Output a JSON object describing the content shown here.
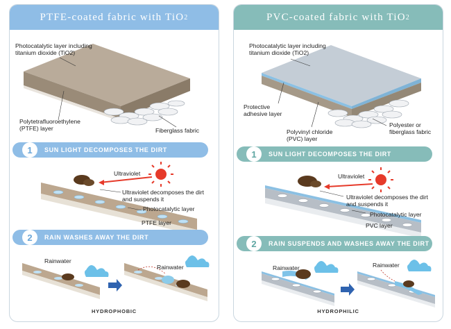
{
  "left": {
    "title": "PTFE-coated fabric with TiO",
    "title_sub": "2",
    "callouts": {
      "photocatalytic": "Photocatalytic layer including",
      "photocatalytic2": "titanium dioxide (TiO2)",
      "ptfe1": "Polytetrafluoroethylene",
      "ptfe2": "(PTFE) layer",
      "fiberglass": "Fiberglass fabric"
    },
    "step1": {
      "num": "1",
      "label": "SUN LIGHT DECOMPOSES THE DIRT"
    },
    "step1_labels": {
      "uv": "Ultraviolet",
      "decomp1": "Ultraviolet decomposes the dirt",
      "decomp2": "and suspends it",
      "photo": "Photocatalytic layer",
      "layer": "PTFE  layer"
    },
    "step2": {
      "num": "2",
      "label": "RAIN WASHES AWAY THE DIRT"
    },
    "step2_labels": {
      "rain1": "Rainwater",
      "rain2": "Rainwater"
    },
    "footer": "HYDROPHOBIC"
  },
  "right": {
    "title": "PVC-coated fabric with TiO",
    "title_sub": "2",
    "callouts": {
      "photocatalytic": "Photocatalytic layer including",
      "photocatalytic2": "titanium dioxide (TiO2)",
      "protective1": "Protective",
      "protective2": "adhesive layer",
      "pvc1": "Polyvinyl chloride",
      "pvc2": "(PVC) layer",
      "polyester1": "Polyester or",
      "polyester2": "fiberglass fabric"
    },
    "step1": {
      "num": "1",
      "label": "SUN LIGHT DECOMPOSES THE DIRT"
    },
    "step1_labels": {
      "uv": "Ultraviolet",
      "decomp1": "Ultraviolet decomposes the dirt",
      "decomp2": "and suspends it",
      "photo": "Photocatalytic layer",
      "layer": "PVC layer"
    },
    "step2": {
      "num": "2",
      "label": "RAIN SUSPENDS AND WASHES AWAY THE DIRT"
    },
    "step2_labels": {
      "rain1": "Rainwater",
      "rain2": "Rainwater"
    },
    "footer": "HYDROPHILIC"
  },
  "colors": {
    "left_accent": "#8fbde6",
    "right_accent": "#86bcb9",
    "sun": "#e63a2a",
    "dirt": "#5a3a1e",
    "arrow": "#2f63b0"
  }
}
